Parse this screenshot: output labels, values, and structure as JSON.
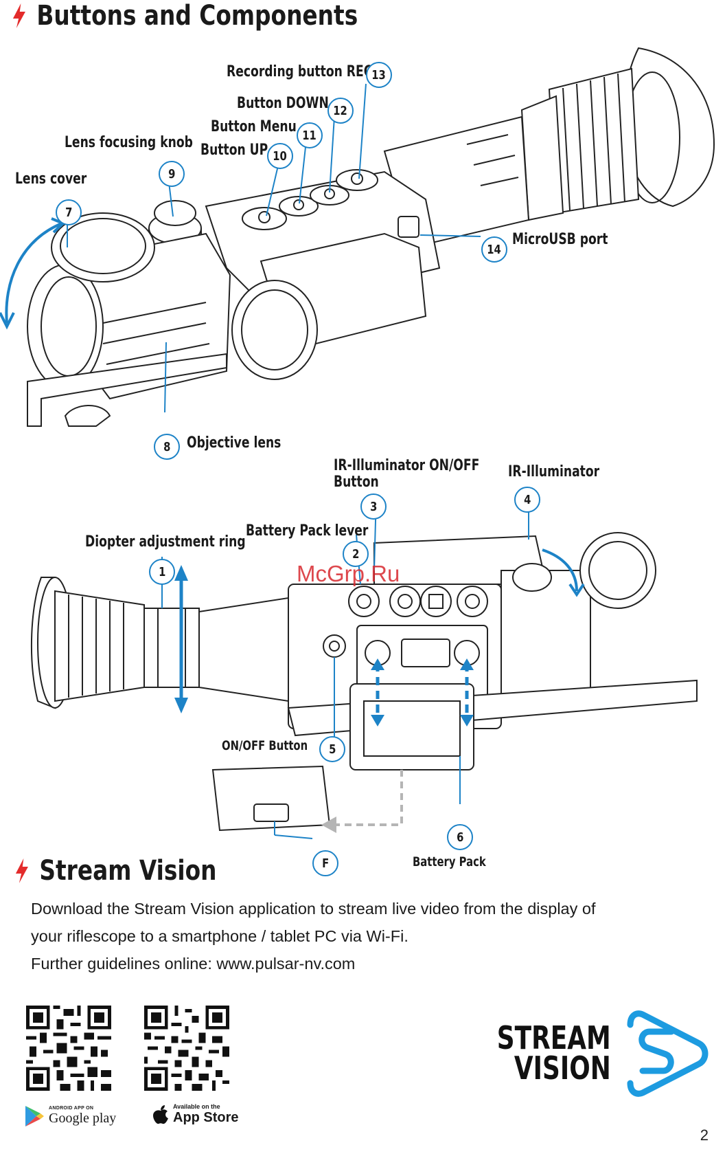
{
  "heading1": "Buttons and Components",
  "heading2": "Stream Vision",
  "labels": {
    "recording": "Recording button REC",
    "down": "Button DOWN",
    "menu": "Button Menu",
    "up": "Button UP",
    "lens_focus": "Lens focusing knob",
    "lens_cover": "Lens cover",
    "microusb": "MicroUSB port",
    "objective": "Objective lens",
    "ir_onoff_1": "IR-Illuminator ON/OFF",
    "ir_onoff_2": "Button",
    "ir": "IR-Illuminator",
    "battery_lever": "Battery Pack lever",
    "diopter": "Diopter adjustment ring",
    "onoff": "ON/OFF Button",
    "battery_pack": "Battery Pack"
  },
  "callouts": {
    "c1": "1",
    "c2": "2",
    "c3": "3",
    "c4": "4",
    "c5": "5",
    "c6": "6",
    "c7": "7",
    "c8": "8",
    "c9": "9",
    "c10": "10",
    "c11": "11",
    "c12": "12",
    "c13": "13",
    "c14": "14",
    "cF": "F"
  },
  "watermark": "McGrp.Ru",
  "body": {
    "line1": "Download the Stream Vision application to stream live video from the display of",
    "line2": "your riflescope to a smartphone / tablet PC via Wi-Fi.",
    "line3": "Further guidelines online: www.pulsar-nv.com"
  },
  "stores": {
    "google_small": "ANDROID APP ON",
    "google_big": "Google play",
    "apple_small": "Available on the",
    "apple_big": "App Store"
  },
  "logo": {
    "line1": "STREAM",
    "line2": "VISION"
  },
  "page_number": "2",
  "colors": {
    "accent": "#1d83c7",
    "bolt": "#e32b2b",
    "watermark": "#d8292f"
  }
}
